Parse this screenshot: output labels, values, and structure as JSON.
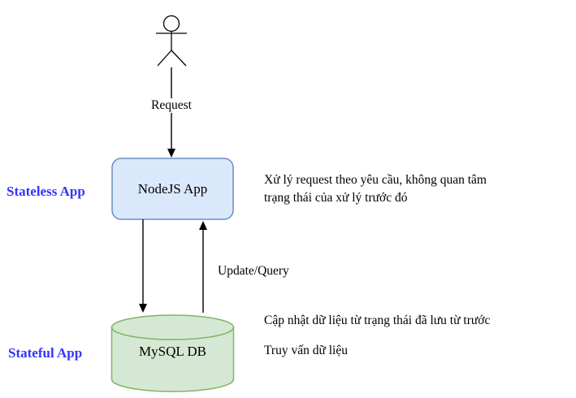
{
  "diagram": {
    "labels": {
      "request": "Request",
      "update_query": "Update/Query",
      "stateless_app": "Stateless App",
      "stateful_app": "Stateful App"
    },
    "nodes": {
      "nodejs": {
        "label": "NodeJS App"
      },
      "mysql": {
        "label": "MySQL DB"
      }
    },
    "annotations": {
      "stateless_desc_line1": "Xử lý request theo yêu cầu, không quan tâm",
      "stateless_desc_line2": "trạng thái của xử lý trước đó",
      "stateful_desc_update": "Cập nhật dữ liệu từ trạng thái đã lưu từ trước",
      "stateful_desc_query": "Truy vấn dữ liệu"
    },
    "colors": {
      "node_box_fill": "#dae8fc",
      "node_box_stroke": "#6c8ebf",
      "db_fill": "#d5e8d4",
      "db_stroke": "#82b366",
      "side_label_color": "#3333ff",
      "line_color": "#000000"
    }
  }
}
